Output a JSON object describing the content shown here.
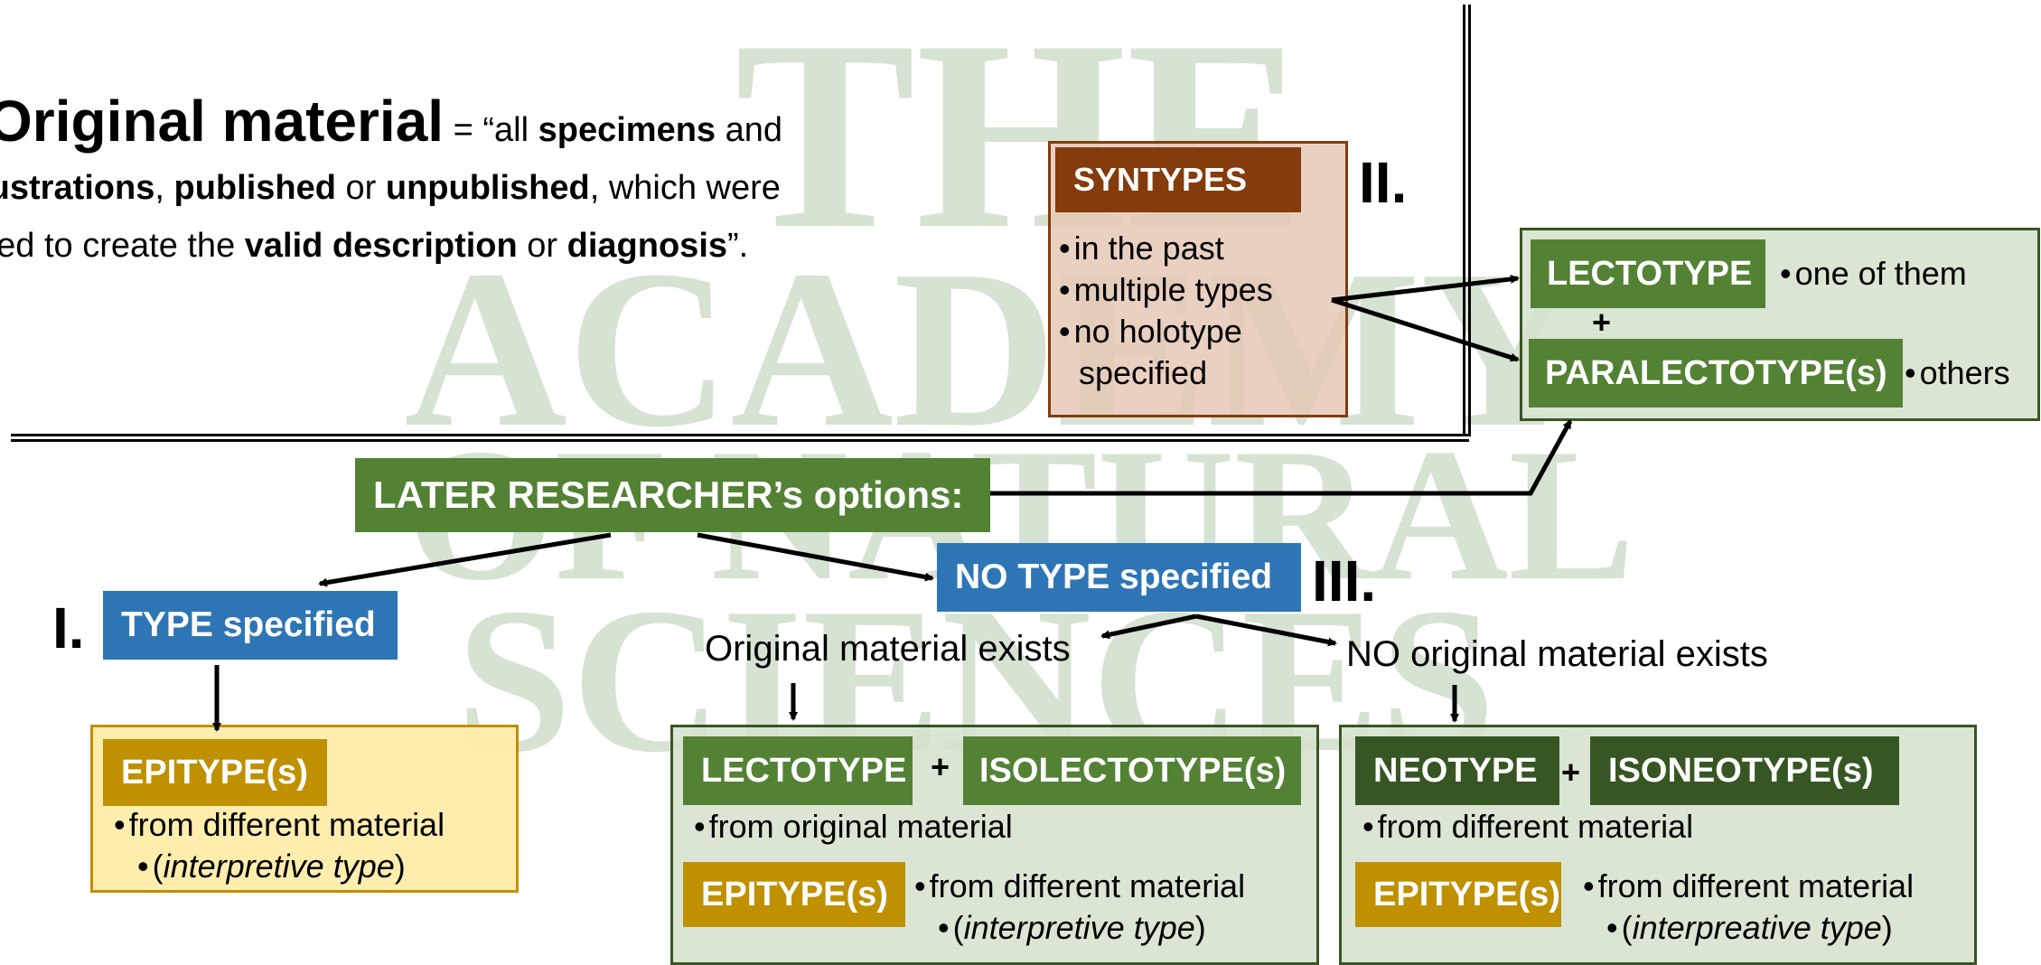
{
  "watermark": {
    "lines": [
      "THE",
      "ACADEMY",
      "OF NATURAL",
      "SCIENCES"
    ],
    "color": "#d6e2d2"
  },
  "definition": {
    "term": "Original material",
    "intro": " = “all ",
    "w_specimens": "specimens",
    "and1": " and",
    "w_illustrations": "illustrations",
    "comma": ", ",
    "w_published": "published",
    "or1": " or ",
    "w_unpublished": "unpublished",
    "which": ", which were",
    "used": "used to create the ",
    "w_valid": "valid description",
    "or2": " or ",
    "w_diagnosis": "diagnosis",
    "end": "”."
  },
  "syntypes": {
    "label": "SYNTYPES",
    "bullet1": "in the past",
    "bullet2": "multiple types",
    "bullet3a": "no holotype",
    "bullet3b": "specified",
    "roman": "II."
  },
  "lectotype_group": {
    "lectotype": "LECTOTYPE",
    "lectotype_note": "one of them",
    "plus": "+",
    "paralectotype": "PARALECTOTYPE(s)",
    "paralectotype_note": "others"
  },
  "later": {
    "label": "LATER RESEARCHER’s options:"
  },
  "type_specified": {
    "roman": "I.",
    "label": "TYPE specified",
    "epitype": "EPITYPE(s)",
    "bullet": "from different material",
    "paren_open": "(",
    "italic": "interpretive type",
    "paren_close": ")"
  },
  "no_type": {
    "label": "NO TYPE specified",
    "roman": "III.",
    "left_branch": "Original material exists",
    "right_branch": "NO original material exists"
  },
  "exists_panel": {
    "lectotype": "LECTOTYPE",
    "plus": "+",
    "isolectotype": "ISOLECTOTYPE(s)",
    "bullet1": "from original material",
    "epitype": "EPITYPE(s)",
    "bullet2": "from different material",
    "paren_open": "(",
    "italic": "interpretive type",
    "paren_close": ")"
  },
  "not_exists_panel": {
    "neotype": "NEOTYPE",
    "plus": "+",
    "isoneotype": "ISONEOTYPE(s)",
    "bullet1": "from different material",
    "epitype": "EPITYPE(s)",
    "bullet2": "from different material",
    "paren_open": "(",
    "italic": "interpreative type",
    "paren_close": ")"
  },
  "colors": {
    "green": "#548235",
    "dark_green": "#375623",
    "blue": "#2e75b6",
    "gold": "#bf9000",
    "rust": "#843c0c"
  }
}
